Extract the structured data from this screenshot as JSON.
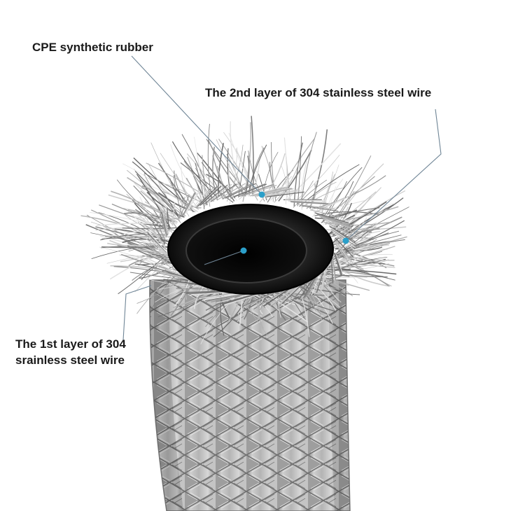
{
  "labels": {
    "rubber": "CPE synthetic rubber",
    "layer2": "The 2nd layer of 304 stainless steel wire",
    "layer1_line1": "The 1st layer of 304",
    "layer1_line2": "srainless steel wire"
  },
  "colors": {
    "leader_line": "#6f8596",
    "marker_dot": "#2b9fc9",
    "label_text": "#1a1a1a",
    "inner_tube": "#141414",
    "steel_braid": "#a9a9a9"
  }
}
